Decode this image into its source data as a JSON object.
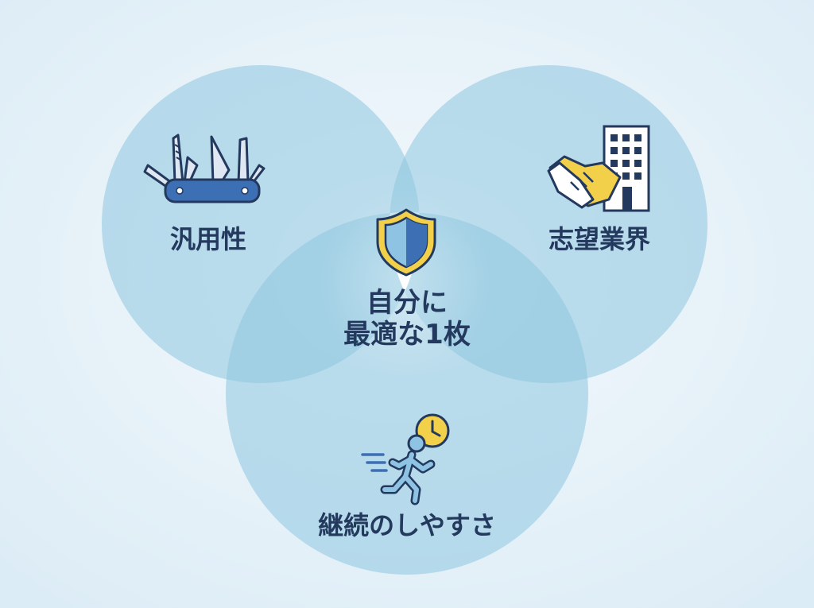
{
  "diagram": {
    "type": "venn-3",
    "circles": [
      {
        "label": "汎用性",
        "icon": "multi-tool-icon"
      },
      {
        "label": "志望業界",
        "icon": "handshake-building-icon"
      },
      {
        "label": "継続のしやすさ",
        "icon": "running-person-clock-icon"
      }
    ],
    "center": {
      "line1": "自分に",
      "line2": "最適な1枚",
      "icon": "shield-icon"
    }
  },
  "colors": {
    "background": "#e6f2f9",
    "circle_fill": "#8ec7e0",
    "text": "#23395d",
    "icon_blue": "#3d6fb5",
    "icon_yellow": "#f3d04a"
  }
}
